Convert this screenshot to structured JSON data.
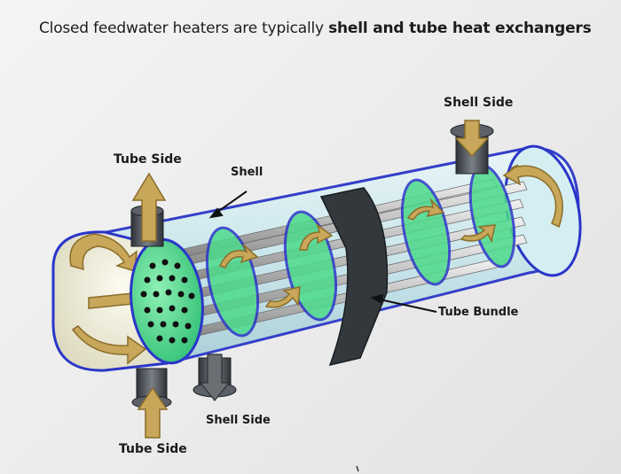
{
  "title": {
    "prefix": "Closed feedwater heaters are typically ",
    "emphasis": "shell and tube heat exchangers"
  },
  "labels": {
    "shell_side_top": "Shell Side",
    "tube_side_left": "Tube Side",
    "shell": "Shell",
    "tube_bundle": "Tube Bundle",
    "shell_side_bottom": "Shell Side",
    "tube_side_bottom": "Tube Side"
  },
  "colors": {
    "shell_fill": "#cfe9ef",
    "shell_outline": "#2a36c8",
    "tube_sheet": "#47d68a",
    "flow_arrow": "#c8a75a",
    "nozzle": "#4a4f55",
    "band": "#33383c"
  }
}
